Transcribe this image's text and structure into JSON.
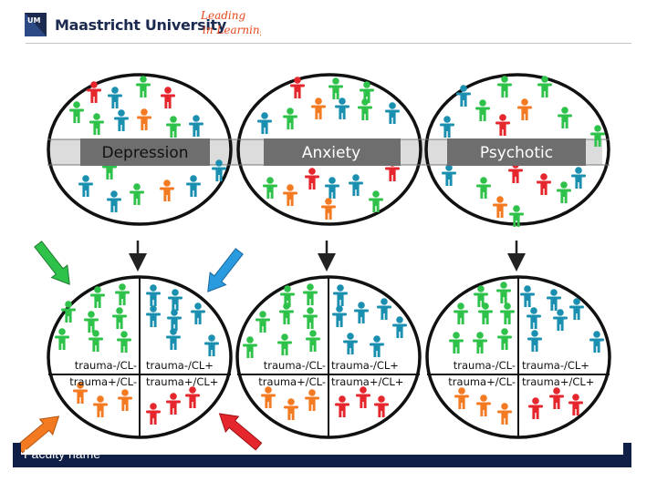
{
  "header": {
    "university_name": "Maastricht University",
    "tagline_line1": "Leading",
    "tagline_line2": "in Learning!",
    "logo_letters": "UM"
  },
  "diagram": {
    "groups": [
      {
        "label": "Depression",
        "quadrants": {
          "top_left": "trauma-/CL-",
          "top_right": "trauma-/CL+",
          "bottom_left": "trauma+/CL-",
          "bottom_right": "trauma+/CL+"
        }
      },
      {
        "label": "Anxiety",
        "quadrants": {
          "top_left": "trauma-/CL-",
          "top_right": "trauma-/CL+",
          "bottom_left": "trauma+/CL-",
          "bottom_right": "trauma+/CL+"
        }
      },
      {
        "label": "Psychotic",
        "quadrants": {
          "top_left": "trauma-/CL-",
          "top_right": "trauma-/CL+",
          "bottom_left": "trauma+/CL-",
          "bottom_right": "trauma+/CL+"
        }
      }
    ],
    "colors": {
      "green": "#2ec24a",
      "blue": "#1b8fb0",
      "orange": "#f47a22",
      "red": "#e5262c",
      "label_fill": "#6e6e6e",
      "band_fill": "#dcdcdc",
      "navy": "#0f1f45"
    }
  },
  "footer": {
    "faculty": "Faculty name"
  }
}
